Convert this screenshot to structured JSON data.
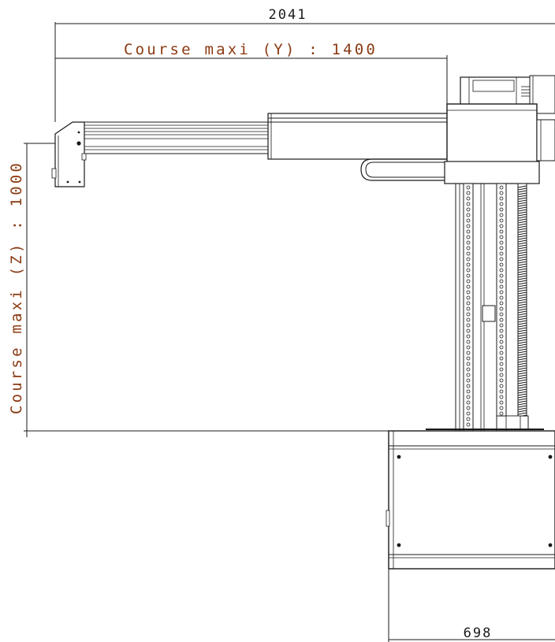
{
  "dimensions": {
    "overall_width": "2041",
    "stroke_y": "Course maxi (Y) : 1400",
    "stroke_z": "Course maxi (Z) : 1000",
    "base_width": "698"
  },
  "colors": {
    "line": "#1a1a1a",
    "annotation": "#8a3a12"
  }
}
